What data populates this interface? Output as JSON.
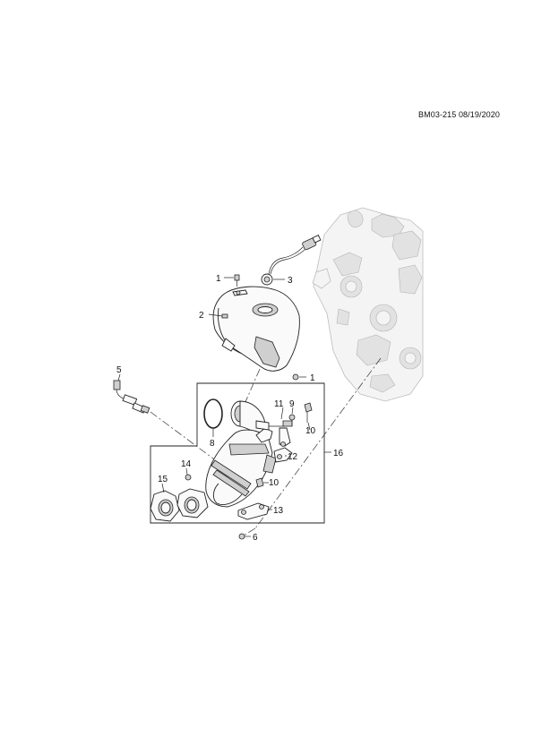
{
  "header": {
    "reference": "BM03-215 08/19/2020"
  },
  "callouts": [
    "1",
    "2",
    "3",
    "1",
    "5",
    "11",
    "9",
    "10",
    "8",
    "16",
    "12",
    "14",
    "10",
    "15",
    "13",
    "6"
  ],
  "icons": [
    "engine-block",
    "exhaust-manifold-heat-shield",
    "catalytic-converter",
    "oxygen-sensor",
    "gasket",
    "bracket",
    "bolt",
    "nut"
  ]
}
